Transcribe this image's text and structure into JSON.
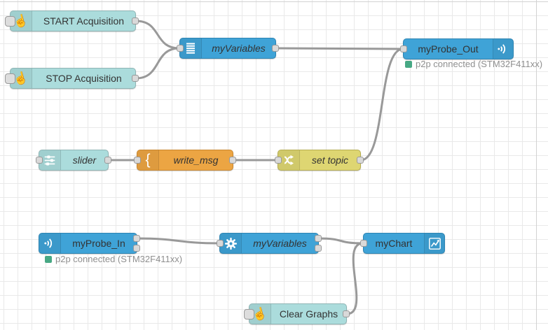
{
  "app": "flow-editor",
  "flow": {
    "nodes": [
      {
        "id": "start",
        "label": "START Acquisition",
        "type": "inject",
        "icon": "hand-pointer-icon"
      },
      {
        "id": "stop",
        "label": "STOP Acquisition",
        "type": "inject",
        "icon": "hand-pointer-icon"
      },
      {
        "id": "vars_top",
        "label": "myVariables",
        "type": "variables",
        "icon": "list-bars-icon"
      },
      {
        "id": "probe_out",
        "label": "myProbe_Out",
        "type": "probe-out",
        "icon": "signal-waves-icon",
        "status": "p2p connected (STM32F411xx)"
      },
      {
        "id": "slider",
        "label": "slider",
        "type": "slider",
        "icon": "sliders-icon"
      },
      {
        "id": "write_msg",
        "label": "write_msg",
        "type": "template",
        "icon": "curly-brace-icon"
      },
      {
        "id": "set_topic",
        "label": "set topic",
        "type": "change",
        "icon": "shuffle-icon"
      },
      {
        "id": "probe_in",
        "label": "myProbe_In",
        "type": "probe-in",
        "icon": "signal-waves-icon",
        "status": "p2p connected (STM32F411xx)"
      },
      {
        "id": "vars_bottom",
        "label": "myVariables",
        "type": "variables",
        "icon": "gear-icon"
      },
      {
        "id": "chart",
        "label": "myChart",
        "type": "chart",
        "icon": "line-chart-icon"
      },
      {
        "id": "clear",
        "label": "Clear Graphs",
        "type": "inject",
        "icon": "hand-pointer-icon"
      }
    ],
    "wires": [
      {
        "from": "start",
        "to": "vars_top"
      },
      {
        "from": "stop",
        "to": "vars_top"
      },
      {
        "from": "vars_top",
        "to": "probe_out"
      },
      {
        "from": "slider",
        "to": "write_msg"
      },
      {
        "from": "write_msg",
        "to": "set_topic"
      },
      {
        "from": "set_topic",
        "to": "probe_out"
      },
      {
        "from": "probe_in",
        "to": "vars_bottom"
      },
      {
        "from": "vars_bottom",
        "to": "chart"
      },
      {
        "from": "clear",
        "to": "chart"
      }
    ],
    "colors": {
      "inject_node": "#abdcdc",
      "blue_node": "#3fa3d7",
      "orange_node": "#eca543",
      "yellow_node": "#ded672",
      "wire": "#999999",
      "grid": "#e9e9e9",
      "status_connected": "#47a884",
      "port": "#d9d9d9"
    }
  }
}
